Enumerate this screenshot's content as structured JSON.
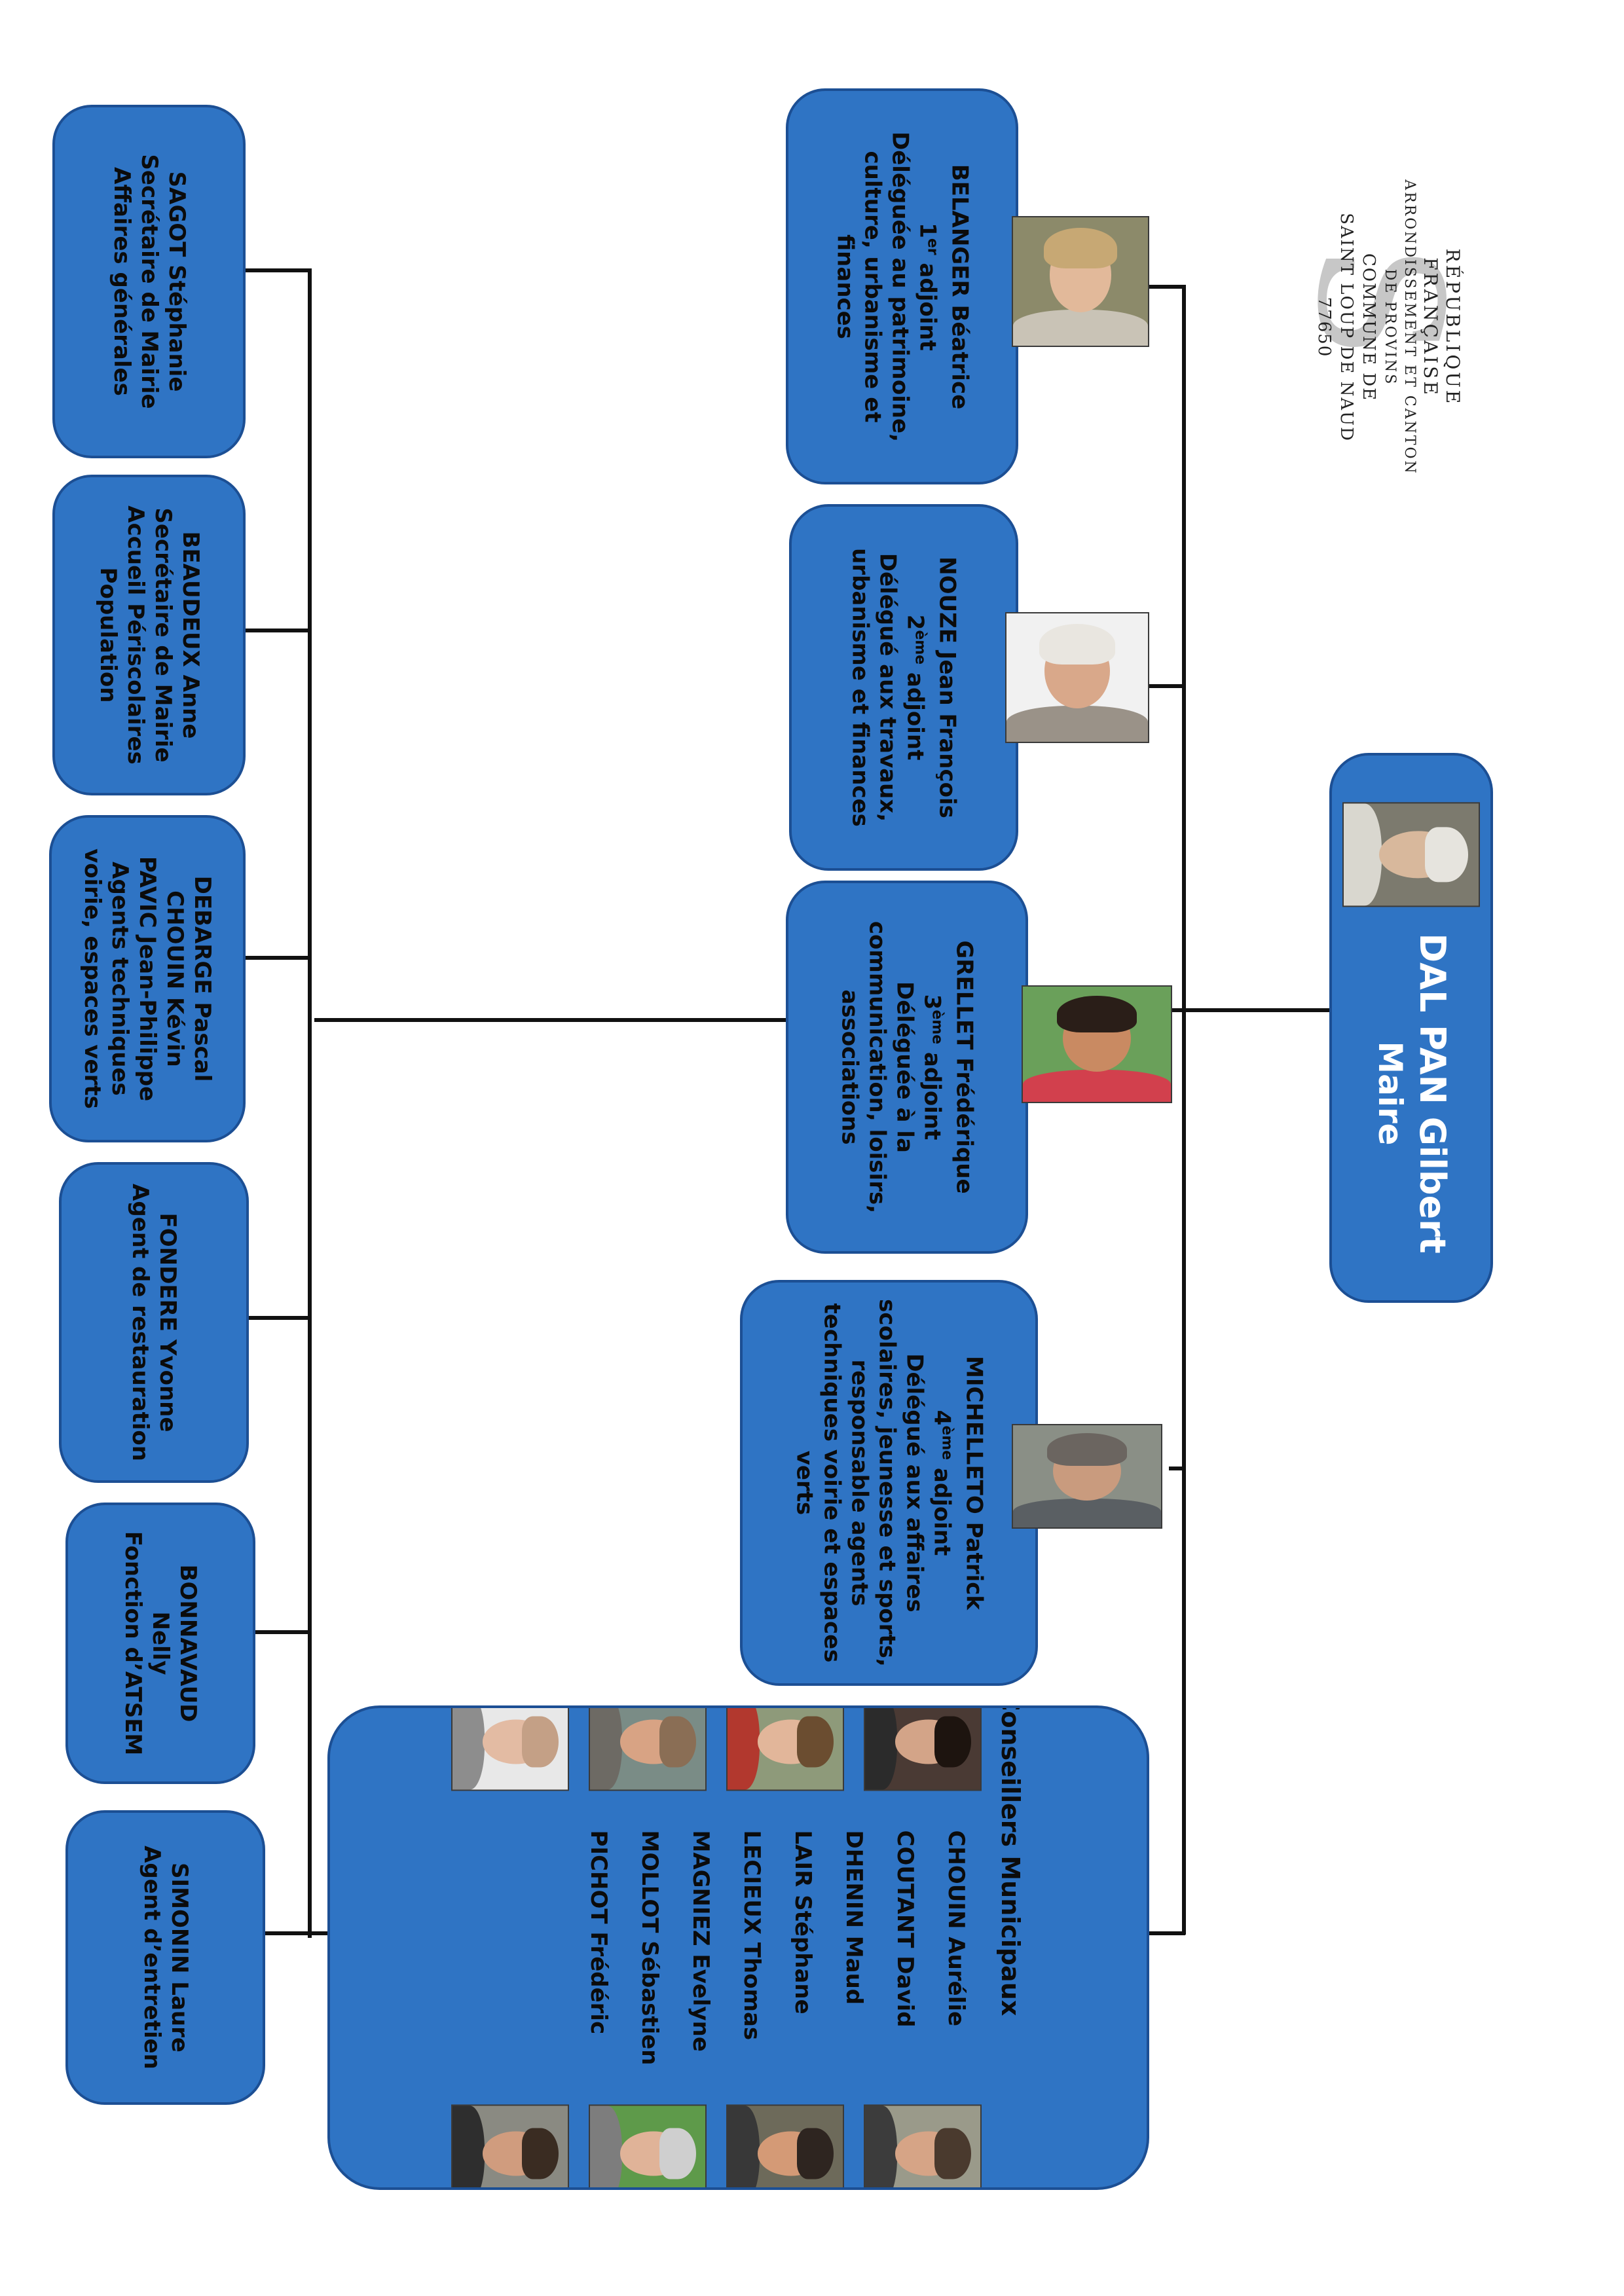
{
  "logo": {
    "line1": "RÉPUBLIQUE",
    "line2": "FRANÇAISE",
    "line3": "ARRONDISSEMENT ET CANTON",
    "line4": "DE PROVINS",
    "line5": "COMMUNE DE",
    "line6": "SAINT LOUP DE NAUD",
    "line7": "77650"
  },
  "mayor": {
    "name": "DAL PAN Gilbert",
    "role": "Maire"
  },
  "adjoints": [
    {
      "name": "BELANGER Béatrice",
      "role_num": "1",
      "role_sup": "er",
      "role_rest": " adjoint",
      "lines": [
        "Déléguée au patrimoine,",
        "culture, urbanisme et",
        "finances"
      ]
    },
    {
      "name": "NOUZE Jean François",
      "role_num": "2",
      "role_sup": "ème",
      "role_rest": " adjoint",
      "lines": [
        "Délégué aux travaux,",
        "urbanisme et finances"
      ]
    },
    {
      "name": "GRELLET Frédérique",
      "role_num": "3",
      "role_sup": "ème",
      "role_rest": " adjoint",
      "lines": [
        "Déléguée à la",
        "communication, loisirs,",
        "associations"
      ]
    },
    {
      "name": "MICHELLETO Patrick",
      "role_num": "4",
      "role_sup": "ème",
      "role_rest": " adjoint",
      "lines": [
        "Délégué aux affaires",
        "scolaires, jeunesse et sports,",
        "responsable agents",
        "techniques voirie et espaces",
        "verts"
      ]
    }
  ],
  "council": {
    "title": "Conseillers Municipaux",
    "members": [
      "CHOUIN Aurélie",
      "COUTANT David",
      "DHENIN Maud",
      "LAIR Stéphane",
      "LECIEUX Thomas",
      "MAGNIEZ Evelyne",
      "MOLLOT Sébastien",
      "PICHOT Frédéric"
    ]
  },
  "staff": [
    {
      "lines": [
        "SAGOT Stéphanie",
        "Secrétaire de Mairie",
        "Affaires générales"
      ]
    },
    {
      "lines": [
        "BEAUDEUX Anne",
        "Secrétaire de Mairie",
        "Accueil Périscolaires",
        "Population"
      ]
    },
    {
      "lines": [
        "DEBARGE Pascal",
        "CHOUIN Kévin",
        "PAVIC Jean-Philippe",
        "Agents techniques",
        "voirie, espaces verts"
      ]
    },
    {
      "lines": [
        "FONDERE Yvonne",
        "Agent de restauration"
      ]
    },
    {
      "lines": [
        "BONNAVAUD",
        "Nelly",
        "Fonction d’ATSEM"
      ]
    },
    {
      "lines": [
        "SIMONIN Laure",
        "Agent d’entretien"
      ]
    }
  ],
  "colors": {
    "box": "#2f74c4",
    "border": "#1c4f94",
    "line": "#111111"
  }
}
